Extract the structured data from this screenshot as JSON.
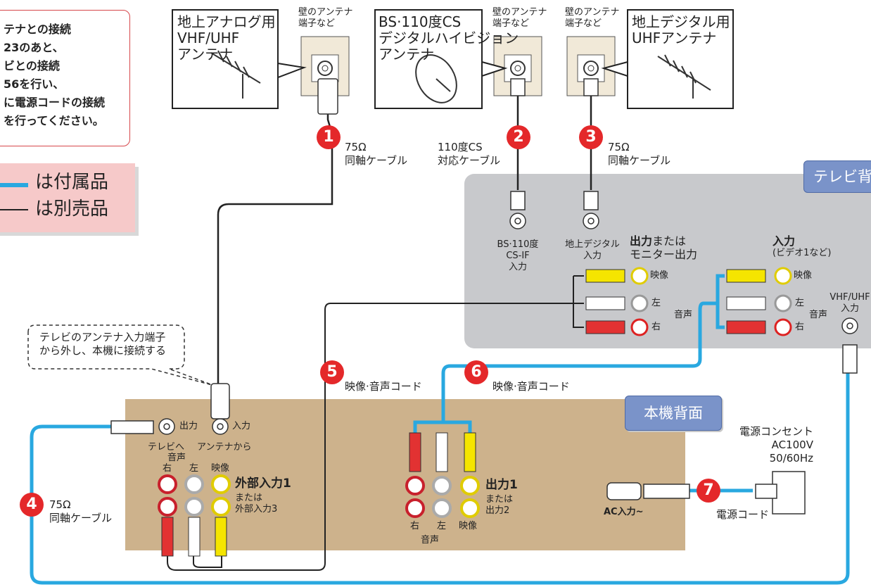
{
  "note": {
    "lines": [
      "テナとの接続",
      "23のあと、",
      "ビとの接続",
      "56を行い、",
      "に電源コードの接続",
      "を行ってください。"
    ]
  },
  "legend": {
    "included": "は付属品",
    "sold_separately": "は別売品",
    "colors": {
      "included": "#29a8e0",
      "sold_separately": "#222222"
    }
  },
  "antennas": {
    "analog": [
      "地上アナログ用",
      "VHF/UHF",
      "アンテナ"
    ],
    "bs": [
      "BS·110度CS",
      "デジタルハイビジョン",
      "アンテナ"
    ],
    "digital": [
      "地上デジタル用",
      "UHFアンテナ"
    ]
  },
  "wall_label": [
    "壁のアンテナ",
    "端子など"
  ],
  "cables": {
    "c1": {
      "num": "1",
      "label": [
        "75Ω",
        "同軸ケーブル"
      ]
    },
    "c2": {
      "num": "2",
      "label": [
        "110度CS",
        "対応ケーブル"
      ]
    },
    "c3": {
      "num": "3",
      "label": [
        "75Ω",
        "同軸ケーブル"
      ]
    },
    "c4": {
      "num": "4",
      "label": [
        "75Ω",
        "同軸ケーブル"
      ]
    },
    "c5": {
      "num": "5",
      "label": "映像·音声コード"
    },
    "c6": {
      "num": "6",
      "label": "映像·音声コード"
    },
    "c7": {
      "num": "7",
      "label": "電源コード"
    }
  },
  "tv_back": {
    "tag": "テレビ背",
    "bs_input": [
      "BS·110度",
      "CS-IF",
      "入力"
    ],
    "digital_input": [
      "地上デジタル",
      "入力"
    ],
    "output_title_bold": "出力",
    "output_title_rest": "または",
    "output_subtitle": "モニター出力",
    "input_title": "入力",
    "input_subtitle": "(ビデオ1など)",
    "video": "映像",
    "left": "左",
    "right": "右",
    "audio": "音声",
    "vhf_uhf": [
      "VHF/UHF",
      "入力"
    ]
  },
  "callout": [
    "テレビのアンテナ入力端子",
    "から外し、本機に接続する"
  ],
  "unit_back": {
    "tag": "本機背面",
    "out": "出力",
    "in": "入力",
    "to_tv": "テレビへ",
    "from_antenna": "アンテナから",
    "audio": "音声",
    "right": "右",
    "left": "左",
    "video": "映像",
    "ext_input_title": "外部入力1",
    "ext_input_sub": [
      "または",
      "外部入力3"
    ],
    "output_title": "出力1",
    "output_sub": [
      "または",
      "出力2"
    ],
    "ac_input": "AC入力~"
  },
  "outlet": [
    "電源コンセント",
    "AC100V",
    "50/60Hz"
  ]
}
